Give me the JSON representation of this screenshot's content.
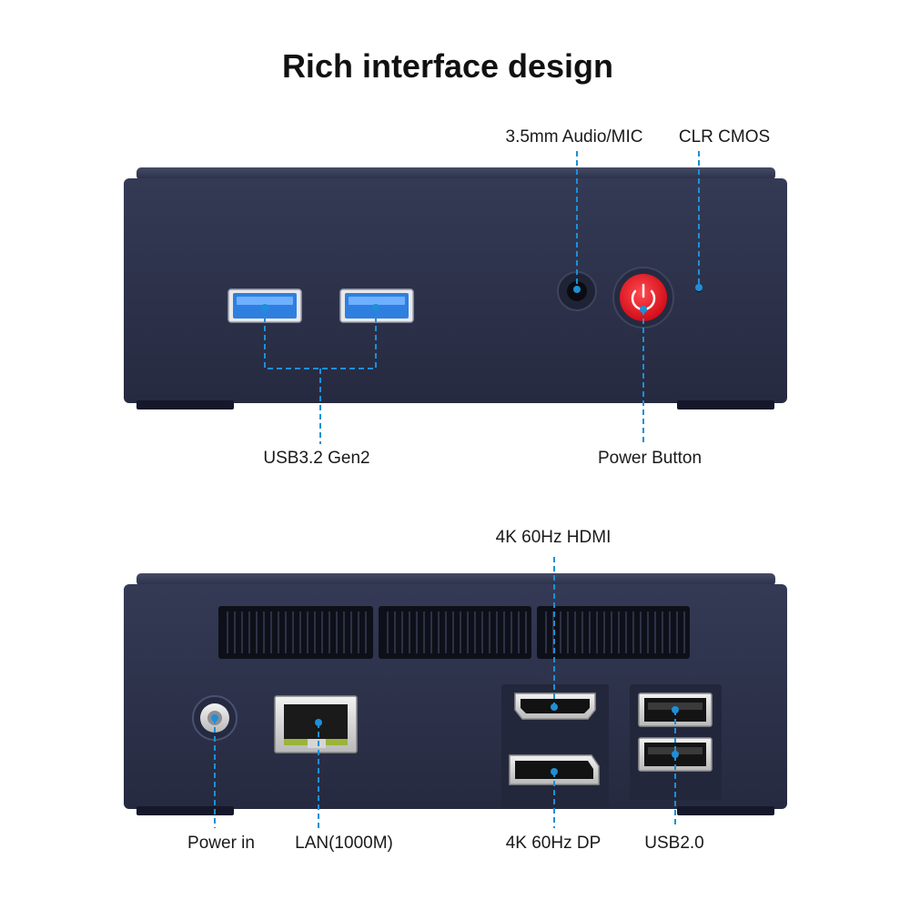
{
  "title": "Rich interface design",
  "colors": {
    "body": "#2c3149",
    "body_dark": "#1f2336",
    "feet": "#15182a",
    "callout": "#1e8fd6",
    "port_blue": "#2f7fe0",
    "power_red": "#e5131f"
  },
  "front": {
    "labels": {
      "audio": "3.5mm Audio/MIC",
      "clr": "CLR CMOS",
      "usb": "USB3.2 Gen2",
      "power": "Power Button"
    },
    "icons": [
      "usb-port-icon",
      "audio-jack-icon",
      "power-icon",
      "clr-cmos-pinhole-icon"
    ]
  },
  "rear": {
    "labels": {
      "hdmi": "4K 60Hz HDMI",
      "power_in": "Power in",
      "lan": "LAN(1000M)",
      "dp": "4K 60Hz DP",
      "usb2": "USB2.0"
    },
    "icons": [
      "dc-jack-icon",
      "ethernet-port-icon",
      "hdmi-port-icon",
      "displayport-icon",
      "usb-port-icon",
      "vent-grille-icon"
    ]
  }
}
